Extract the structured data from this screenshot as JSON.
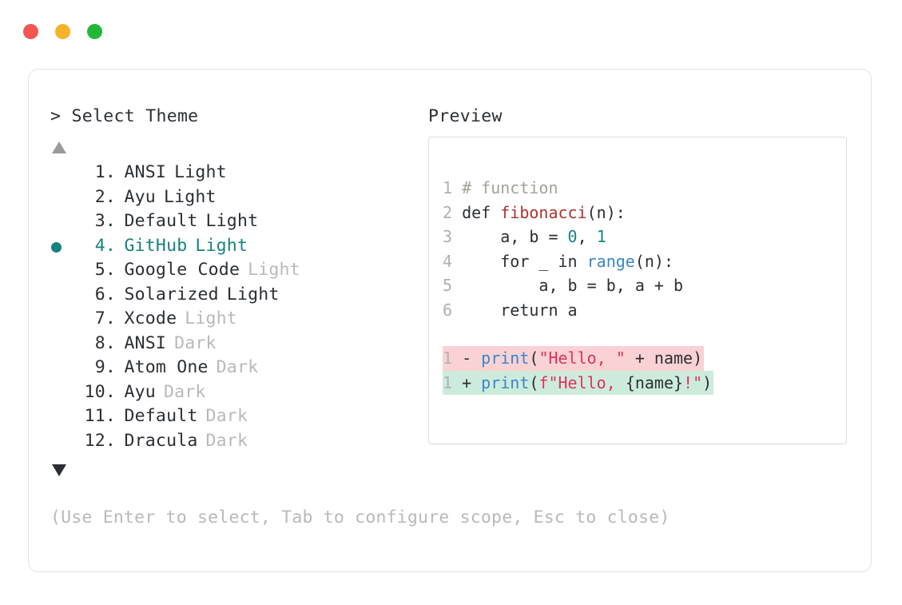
{
  "window": {
    "traffic_lights": [
      {
        "name": "close-button",
        "color": "#f2564f"
      },
      {
        "name": "minimize-button",
        "color": "#f5b32a"
      },
      {
        "name": "maximize-button",
        "color": "#23b737"
      }
    ]
  },
  "prompt": {
    "marker": ">",
    "title": "Select Theme"
  },
  "scroll": {
    "up_arrow": "▲",
    "down_arrow": "▼",
    "up_color": "#9a9a9a",
    "down_color": "#2b2f33"
  },
  "selection": {
    "bullet": "●",
    "accent": "#14837d",
    "selected_index": 4
  },
  "themes": [
    {
      "index": "1.",
      "name": "ANSI",
      "variant": "Light",
      "variant_muted": false,
      "selected": false
    },
    {
      "index": "2.",
      "name": "Ayu",
      "variant": "Light",
      "variant_muted": false,
      "selected": false
    },
    {
      "index": "3.",
      "name": "Default",
      "variant": "Light",
      "variant_muted": false,
      "selected": false
    },
    {
      "index": "4.",
      "name": "GitHub",
      "variant": "Light",
      "variant_muted": false,
      "selected": true
    },
    {
      "index": "5.",
      "name": "Google Code",
      "variant": "Light",
      "variant_muted": true,
      "selected": false
    },
    {
      "index": "6.",
      "name": "Solarized",
      "variant": "Light",
      "variant_muted": false,
      "selected": false
    },
    {
      "index": "7.",
      "name": "Xcode",
      "variant": "Light",
      "variant_muted": true,
      "selected": false
    },
    {
      "index": "8.",
      "name": "ANSI",
      "variant": "Dark",
      "variant_muted": true,
      "selected": false
    },
    {
      "index": "9.",
      "name": "Atom One",
      "variant": "Dark",
      "variant_muted": true,
      "selected": false
    },
    {
      "index": "10.",
      "name": "Ayu",
      "variant": "Dark",
      "variant_muted": true,
      "selected": false
    },
    {
      "index": "11.",
      "name": "Default",
      "variant": "Dark",
      "variant_muted": true,
      "selected": false
    },
    {
      "index": "12.",
      "name": "Dracula",
      "variant": "Dark",
      "variant_muted": true,
      "selected": false
    }
  ],
  "hint": "(Use Enter to select, Tab to configure scope, Esc to close)",
  "preview": {
    "title": "Preview",
    "code_lines": [
      {
        "ln": "1",
        "tokens": [
          {
            "t": " # function",
            "c": "comment"
          }
        ]
      },
      {
        "ln": "2",
        "tokens": [
          {
            "t": " def ",
            "c": "plain"
          },
          {
            "t": "fibonacci",
            "c": "fn"
          },
          {
            "t": "(n):",
            "c": "punct"
          }
        ]
      },
      {
        "ln": "3",
        "tokens": [
          {
            "t": "     a, b = ",
            "c": "plain"
          },
          {
            "t": "0",
            "c": "num"
          },
          {
            "t": ", ",
            "c": "plain"
          },
          {
            "t": "1",
            "c": "num"
          }
        ]
      },
      {
        "ln": "4",
        "tokens": [
          {
            "t": "     for _ in ",
            "c": "plain"
          },
          {
            "t": "range",
            "c": "builtin"
          },
          {
            "t": "(n):",
            "c": "punct"
          }
        ]
      },
      {
        "ln": "5",
        "tokens": [
          {
            "t": "         a, b = b, a + b",
            "c": "plain"
          }
        ]
      },
      {
        "ln": "6",
        "tokens": [
          {
            "t": "     return a",
            "c": "plain"
          }
        ]
      }
    ],
    "diff_lines": [
      {
        "ln": "1",
        "kind": "del",
        "marker": "-",
        "background": "#fad2d4",
        "tokens": [
          {
            "t": "print",
            "c": "builtin"
          },
          {
            "t": "(",
            "c": "punct"
          },
          {
            "t": "\"Hello, \"",
            "c": "str"
          },
          {
            "t": " + name",
            "c": "plain"
          },
          {
            "t": ")",
            "c": "punct"
          }
        ]
      },
      {
        "ln": "1",
        "kind": "add",
        "marker": "+",
        "background": "#cdebdc",
        "tokens": [
          {
            "t": "print",
            "c": "builtin"
          },
          {
            "t": "(",
            "c": "punct"
          },
          {
            "t": "f\"Hello, ",
            "c": "str"
          },
          {
            "t": "{name}",
            "c": "plain"
          },
          {
            "t": "!\"",
            "c": "str"
          },
          {
            "t": ")",
            "c": "punct"
          }
        ]
      }
    ]
  }
}
